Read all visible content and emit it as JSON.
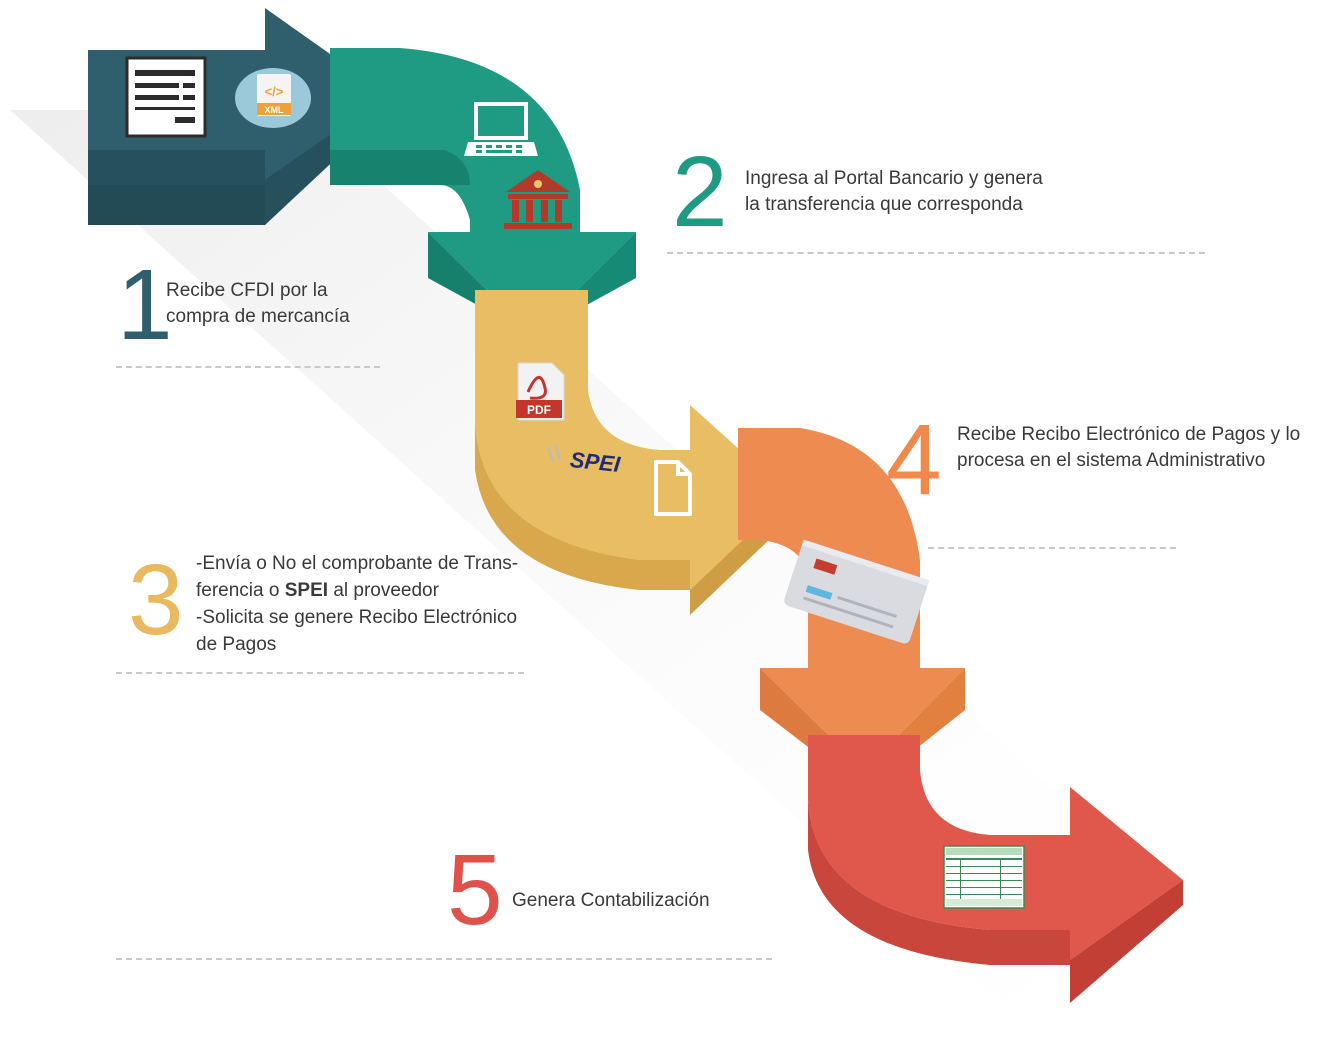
{
  "steps": [
    {
      "number": "1",
      "color": "#2f5f6c",
      "lines": [
        "Recibe CFDI por la",
        "compra de mercancía"
      ]
    },
    {
      "number": "2",
      "color": "#1f9a83",
      "lines": [
        "Ingresa al Portal Bancario y genera",
        "la transferencia que corresponda"
      ]
    },
    {
      "number": "3",
      "color": "#e9b85f",
      "lines": [
        "-Envía o No el comprobante de Trans-",
        "ferencia o ",
        "SPEI",
        " al proveedor",
        "-Solicita se genere Recibo Electrónico",
        "de Pagos"
      ]
    },
    {
      "number": "4",
      "color": "#ef8a4c",
      "lines": [
        "Recibe Recibo Electrónico de Pagos y lo",
        "procesa en el sistema Administrativo"
      ]
    },
    {
      "number": "5",
      "color": "#e0514a",
      "lines": [
        "Genera Contabilización"
      ]
    }
  ],
  "icons": {
    "xml_badge": "XML",
    "xml_code": "</>",
    "pdf_label": "PDF",
    "spei_label": "SPEI"
  },
  "colors": {
    "arrow1": "#2f5f6c",
    "arrow2": "#1f9a83",
    "arrow3": "#e9bd64",
    "arrow4": "#ee8b51",
    "arrow5": "#e0574c",
    "divider": "#c9c9c9"
  }
}
